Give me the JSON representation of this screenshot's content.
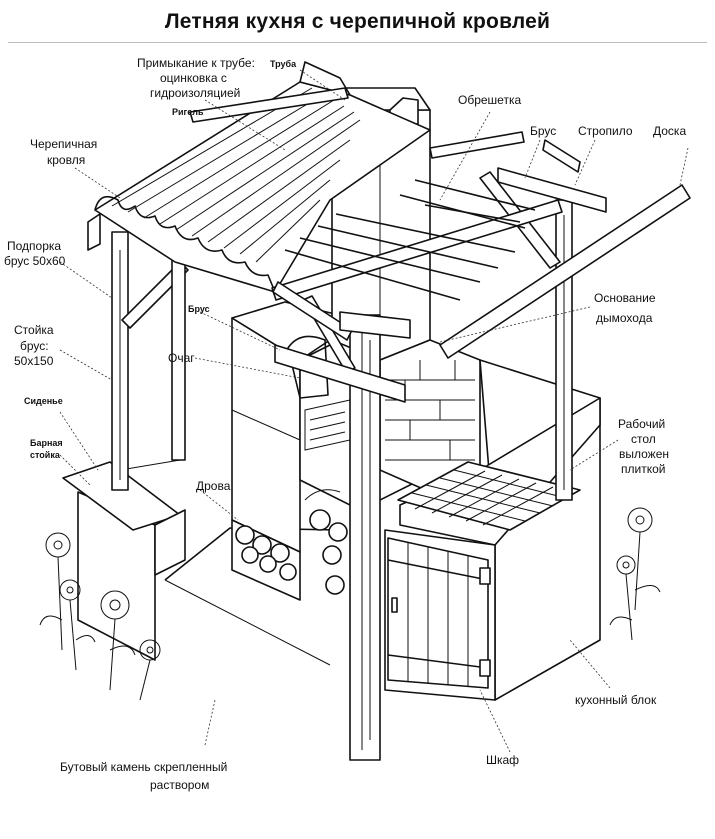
{
  "title": "Летняя кухня с черепичной кровлей",
  "labels": {
    "chimney_junction": [
      "Примыкание к трубе:",
      "оцинковка с",
      "гидроизоляцией"
    ],
    "pipe": "Труба",
    "crossbar": "Ригель",
    "lathing": "Обрешетка",
    "beam_top": "Брус",
    "rafter": "Стропило",
    "board": "Доска",
    "tile_roof": [
      "Черепичная",
      "кровля"
    ],
    "strut": [
      "Подпорка",
      "брус 50х60"
    ],
    "post": [
      "Стойка",
      "брус:",
      "50х150"
    ],
    "seat": "Сиденье",
    "bar_counter": [
      "Барная",
      "стойка"
    ],
    "beam_mid": "Брус",
    "hearth": "Очаг",
    "firewood": "Дрова",
    "chimney_base": [
      "Основание",
      "дымохода"
    ],
    "worktop": [
      "Рабочий",
      "стол",
      "выложен",
      "плиткой"
    ],
    "kitchen_block": "кухонный блок",
    "cabinet": "Шкаф",
    "rubble_stone": [
      "Бутовый камень скрепленный",
      "раствором"
    ]
  }
}
